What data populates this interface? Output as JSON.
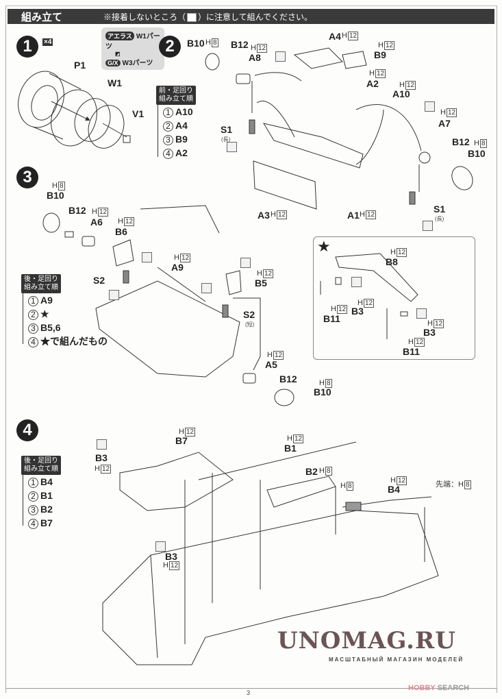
{
  "header": {
    "title": "組み立て",
    "note_prefix": "※接着しないところ（",
    "note_suffix": "）に注意して組んでください。"
  },
  "step1": {
    "number": "1",
    "multiplier": "×4",
    "labels": {
      "p1": "P1",
      "w1": "W1",
      "v1": "V1"
    },
    "callout": {
      "line1_tag": "アエラス",
      "line1_text": "W1パーツ",
      "line2_tag": "G/X",
      "line2_text": "W3パーツ"
    }
  },
  "step2": {
    "number": "2",
    "order": {
      "head1": "前・足回り",
      "head2": "組み立て順",
      "items": [
        {
          "n": "1",
          "part": "A10"
        },
        {
          "n": "2",
          "part": "A4"
        },
        {
          "n": "3",
          "part": "B9"
        },
        {
          "n": "4",
          "part": "A2"
        }
      ]
    },
    "labels": {
      "b10": "B10",
      "b12": "B12",
      "a8": "A8",
      "s1": "S1",
      "s1_note": "(長)",
      "a4": "A4",
      "b9": "B9",
      "a2": "A2",
      "a10": "A10",
      "a7": "A7",
      "b12r": "B12",
      "b10r": "B10",
      "s1r": "S1",
      "s1r_note": "(長)",
      "a3": "A3",
      "a1": "A1"
    },
    "h": {
      "b10": "8",
      "b12": "12",
      "a4": "12",
      "b9": "12",
      "a2": "12",
      "a10": "12",
      "a7": "12",
      "b10r": "8",
      "a3": "12",
      "a1": "12"
    }
  },
  "step3": {
    "number": "3",
    "order": {
      "head1": "後・足回り",
      "head2": "組み立て順",
      "items": [
        {
          "n": "1",
          "part": "A9"
        },
        {
          "n": "2",
          "part": "★"
        },
        {
          "n": "3",
          "part": "B5,6"
        },
        {
          "n": "4",
          "part": "★で組んだもの"
        }
      ]
    },
    "labels": {
      "b10": "B10",
      "b12": "B12",
      "a6": "A6",
      "b6": "B6",
      "s2": "S2",
      "a9": "A9",
      "b5": "B5",
      "s2b": "S2",
      "s2b_note": "(短)",
      "a5": "A5",
      "b12b": "B12",
      "b10b": "B10"
    },
    "h": {
      "b10": "8",
      "a6": "12",
      "b6": "12",
      "a9": "12",
      "b5": "12",
      "a5": "12",
      "b10b": "8"
    },
    "star_box": {
      "star": "★",
      "b8": "B8",
      "b3a": "B3",
      "b11a": "B11",
      "b3b": "B3",
      "b11b": "B11",
      "h": {
        "b8": "12",
        "b3a": "12",
        "b11a": "12",
        "b3b": "12",
        "b11b": "12"
      }
    }
  },
  "step4": {
    "number": "4",
    "order": {
      "head1": "後・足回り",
      "head2": "組み立て順",
      "items": [
        {
          "n": "1",
          "part": "B4"
        },
        {
          "n": "2",
          "part": "B1"
        },
        {
          "n": "3",
          "part": "B2"
        },
        {
          "n": "4",
          "part": "B7"
        }
      ]
    },
    "labels": {
      "b3": "B3",
      "b7": "B7",
      "b1": "B1",
      "b2": "B2",
      "b4": "B4",
      "b3b": "B3",
      "tip": "先端：H"
    },
    "h": {
      "b3": "12",
      "b7": "12",
      "b1": "12",
      "b2": "8",
      "b4": "12",
      "muffler": "8",
      "tip": "8",
      "b3b": "12"
    }
  },
  "h_letter": "H",
  "watermark": {
    "main": "UNOMAG.RU",
    "sub": "МАСШТАБНЫЙ МАГАЗИН МОДЕЛЕЙ"
  },
  "hobby_search": {
    "a": "HOBBY",
    "b": "SEARCH"
  },
  "page_number": "3"
}
